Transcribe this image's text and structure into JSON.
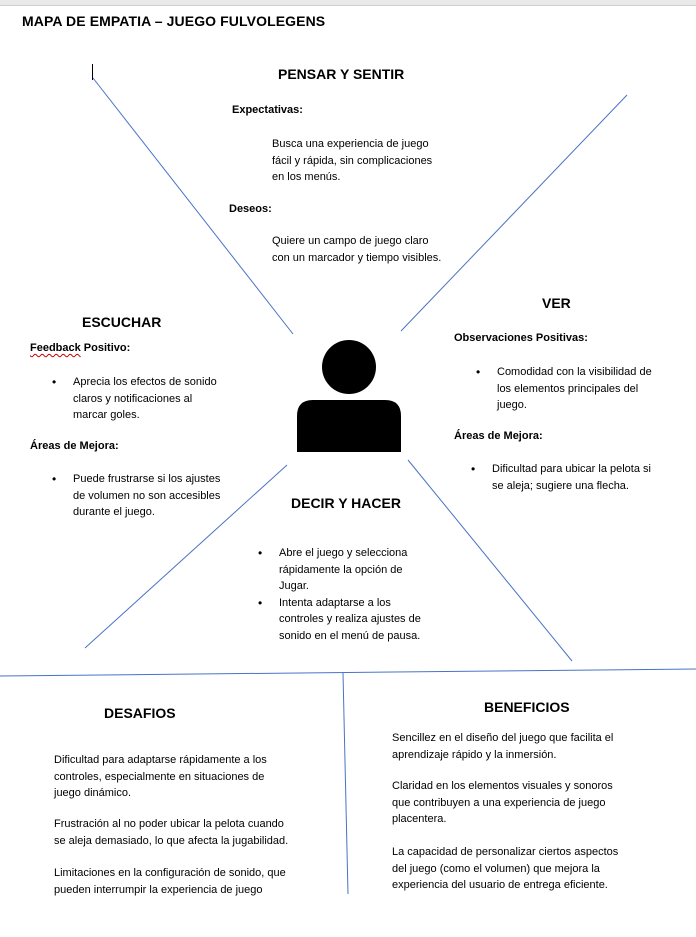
{
  "title": "MAPA DE EMPATIA – JUEGO FULVOLEGENS",
  "pensar": {
    "heading": "PENSAR Y SENTIR",
    "expectativas_label": "Expectativas:",
    "expectativas_lines": [
      "Busca una experiencia de juego",
      "fácil y rápida, sin complicaciones",
      "en los menús."
    ],
    "deseos_label": "Deseos:",
    "deseos_lines": [
      "Quiere un campo de juego claro",
      "con un marcador y tiempo visibles."
    ]
  },
  "escuchar": {
    "heading": "ESCUCHAR",
    "feedback_word": "Feedback",
    "feedback_rest": " Positivo:",
    "positivo_lines": [
      "Aprecia los efectos de sonido",
      "claros y notificaciones al",
      "marcar goles."
    ],
    "mejora_label": "Áreas de Mejora:",
    "mejora_lines": [
      "Puede frustrarse si los ajustes",
      "de volumen no son accesibles",
      "durante el juego."
    ]
  },
  "ver": {
    "heading": "VER",
    "obs_label": "Observaciones Positivas:",
    "obs_lines": [
      "Comodidad con la visibilidad de",
      "los elementos principales del",
      "juego."
    ],
    "mejora_label": "Áreas de Mejora:",
    "mejora_lines": [
      "Dificultad para ubicar la pelota si",
      "se aleja; sugiere una flecha."
    ]
  },
  "decir": {
    "heading": "DECIR Y HACER",
    "item1_lines": [
      "Abre el juego y selecciona",
      "rápidamente la opción de",
      "Jugar."
    ],
    "item2_lines": [
      "Intenta adaptarse a los",
      "controles y realiza ajustes de",
      "sonido en el menú de pausa."
    ]
  },
  "desafios": {
    "heading": "DESAFIOS",
    "p1_lines": [
      "Dificultad para adaptarse rápidamente a los",
      "controles, especialmente en situaciones de",
      "juego dinámico."
    ],
    "p2_lines": [
      "Frustración al no poder ubicar la pelota cuando",
      "se aleja demasiado, lo que afecta la jugabilidad."
    ],
    "p3_lines": [
      "Limitaciones en la configuración de sonido, que",
      "pueden interrumpir la experiencia de juego"
    ]
  },
  "beneficios": {
    "heading": "BENEFICIOS",
    "p1_lines": [
      "Sencillez en el diseño del juego que facilita el",
      "aprendizaje rápido y la inmersión."
    ],
    "p2_lines": [
      "Claridad en los elementos visuales y sonoros",
      "que contribuyen a una experiencia de juego",
      "placentera."
    ],
    "p3_lines": [
      "La capacidad de personalizar ciertos aspectos",
      "del juego (como el volumen) que mejora la",
      "experiencia del usuario de entrega eficiente."
    ]
  },
  "colors": {
    "line": "#4a73c4",
    "text": "#000000"
  },
  "icons": {
    "center": "user-silhouette-icon"
  }
}
